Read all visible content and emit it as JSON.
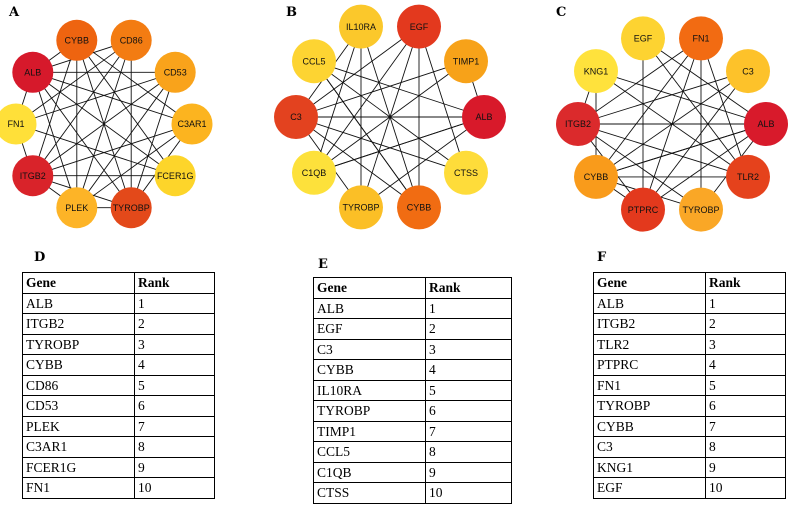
{
  "networks": [
    {
      "letter": "A",
      "nodes": [
        {
          "label": "CYBB",
          "color": "#ee6410"
        },
        {
          "label": "CD86",
          "color": "#f37c12"
        },
        {
          "label": "CD53",
          "color": "#f9a31b"
        },
        {
          "label": "C3AR1",
          "color": "#fcb41f"
        },
        {
          "label": "FCER1G",
          "color": "#fdd52a"
        },
        {
          "label": "TYROBP",
          "color": "#e3491a"
        },
        {
          "label": "PLEK",
          "color": "#fdb427"
        },
        {
          "label": "ITGB2",
          "color": "#d9232a"
        },
        {
          "label": "FN1",
          "color": "#ffe039"
        },
        {
          "label": "ALB",
          "color": "#d6192b"
        }
      ],
      "edges": [
        [
          0,
          4
        ],
        [
          0,
          5
        ],
        [
          0,
          6
        ],
        [
          0,
          7
        ],
        [
          0,
          3
        ],
        [
          1,
          5
        ],
        [
          1,
          6
        ],
        [
          1,
          7
        ],
        [
          1,
          8
        ],
        [
          1,
          9
        ],
        [
          2,
          5
        ],
        [
          2,
          6
        ],
        [
          2,
          7
        ],
        [
          2,
          8
        ],
        [
          2,
          9
        ],
        [
          3,
          6
        ],
        [
          3,
          7
        ],
        [
          3,
          9
        ],
        [
          4,
          7
        ],
        [
          4,
          8
        ],
        [
          4,
          9
        ],
        [
          5,
          6
        ],
        [
          5,
          9
        ],
        [
          5,
          3
        ],
        [
          6,
          9
        ],
        [
          7,
          8
        ],
        [
          7,
          5
        ],
        [
          7,
          6
        ],
        [
          8,
          9
        ],
        [
          0,
          9
        ]
      ]
    },
    {
      "letter": "B",
      "nodes": [
        {
          "label": "IL10RA",
          "color": "#fbc82b"
        },
        {
          "label": "EGF",
          "color": "#e3391e"
        },
        {
          "label": "TIMP1",
          "color": "#f7a219"
        },
        {
          "label": "ALB",
          "color": "#d8192a"
        },
        {
          "label": "CTSS",
          "color": "#fedc3a"
        },
        {
          "label": "CYBB",
          "color": "#f16c12"
        },
        {
          "label": "TYROBP",
          "color": "#fbbf26"
        },
        {
          "label": "C1QB",
          "color": "#fde13b"
        },
        {
          "label": "C3",
          "color": "#e3421f"
        },
        {
          "label": "CCL5",
          "color": "#fdd432"
        }
      ],
      "edges": [
        [
          0,
          5
        ],
        [
          0,
          6
        ],
        [
          0,
          7
        ],
        [
          0,
          8
        ],
        [
          1,
          6
        ],
        [
          1,
          7
        ],
        [
          1,
          8
        ],
        [
          1,
          4
        ],
        [
          2,
          8
        ],
        [
          2,
          7
        ],
        [
          2,
          3
        ],
        [
          3,
          8
        ],
        [
          3,
          6
        ],
        [
          3,
          7
        ],
        [
          4,
          8
        ],
        [
          4,
          9
        ],
        [
          5,
          8
        ],
        [
          5,
          9
        ],
        [
          5,
          1
        ],
        [
          6,
          8
        ],
        [
          7,
          3
        ],
        [
          9,
          3
        ],
        [
          9,
          5
        ]
      ]
    },
    {
      "letter": "C",
      "nodes": [
        {
          "label": "FN1",
          "color": "#f26b12"
        },
        {
          "label": "C3",
          "color": "#fdc22a"
        },
        {
          "label": "ALB",
          "color": "#d81a2b"
        },
        {
          "label": "TLR2",
          "color": "#e5421c"
        },
        {
          "label": "TYROBP",
          "color": "#faa726"
        },
        {
          "label": "PTPRC",
          "color": "#e3391d"
        },
        {
          "label": "CYBB",
          "color": "#f99b1b"
        },
        {
          "label": "ITGB2",
          "color": "#db2a2c"
        },
        {
          "label": "KNG1",
          "color": "#ffe23c"
        },
        {
          "label": "EGF",
          "color": "#fdd331"
        }
      ],
      "edges": [
        [
          0,
          5
        ],
        [
          0,
          6
        ],
        [
          0,
          7
        ],
        [
          0,
          3
        ],
        [
          0,
          4
        ],
        [
          1,
          5
        ],
        [
          1,
          6
        ],
        [
          1,
          7
        ],
        [
          2,
          5
        ],
        [
          2,
          6
        ],
        [
          2,
          7
        ],
        [
          2,
          4
        ],
        [
          3,
          6
        ],
        [
          3,
          7
        ],
        [
          3,
          8
        ],
        [
          4,
          7
        ],
        [
          4,
          6
        ],
        [
          5,
          7
        ],
        [
          5,
          6
        ],
        [
          6,
          8
        ],
        [
          7,
          8
        ],
        [
          8,
          2
        ],
        [
          9,
          2
        ],
        [
          9,
          3
        ],
        [
          9,
          5
        ],
        [
          6,
          2
        ],
        [
          7,
          2
        ]
      ]
    }
  ],
  "tables": [
    {
      "letter": "D",
      "header": {
        "gene": "Gene",
        "rank": "Rank"
      },
      "rows": [
        {
          "gene": "ALB",
          "rank": "1"
        },
        {
          "gene": "ITGB2",
          "rank": "2"
        },
        {
          "gene": "TYROBP",
          "rank": "3"
        },
        {
          "gene": "CYBB",
          "rank": "4"
        },
        {
          "gene": "CD86",
          "rank": "5"
        },
        {
          "gene": "CD53",
          "rank": "6"
        },
        {
          "gene": "PLEK",
          "rank": "7"
        },
        {
          "gene": "C3AR1",
          "rank": "8"
        },
        {
          "gene": "FCER1G",
          "rank": "9"
        },
        {
          "gene": "FN1",
          "rank": "10"
        }
      ]
    },
    {
      "letter": "E",
      "header": {
        "gene": "Gene",
        "rank": "Rank"
      },
      "rows": [
        {
          "gene": "ALB",
          "rank": "1"
        },
        {
          "gene": "EGF",
          "rank": "2"
        },
        {
          "gene": "C3",
          "rank": "3"
        },
        {
          "gene": "CYBB",
          "rank": "4"
        },
        {
          "gene": "IL10RA",
          "rank": "5"
        },
        {
          "gene": "TYROBP",
          "rank": "6"
        },
        {
          "gene": "TIMP1",
          "rank": "7"
        },
        {
          "gene": "CCL5",
          "rank": "8"
        },
        {
          "gene": "C1QB",
          "rank": "9"
        },
        {
          "gene": "CTSS",
          "rank": "10"
        }
      ]
    },
    {
      "letter": "F",
      "header": {
        "gene": "Gene",
        "rank": "Rank"
      },
      "rows": [
        {
          "gene": "ALB",
          "rank": "1"
        },
        {
          "gene": "ITGB2",
          "rank": "2"
        },
        {
          "gene": "TLR2",
          "rank": "3"
        },
        {
          "gene": "PTPRC",
          "rank": "4"
        },
        {
          "gene": "FN1",
          "rank": "5"
        },
        {
          "gene": "TYROBP",
          "rank": "6"
        },
        {
          "gene": "CYBB",
          "rank": "7"
        },
        {
          "gene": "C3",
          "rank": "8"
        },
        {
          "gene": "KNG1",
          "rank": "9"
        },
        {
          "gene": "EGF",
          "rank": "10"
        }
      ]
    }
  ]
}
